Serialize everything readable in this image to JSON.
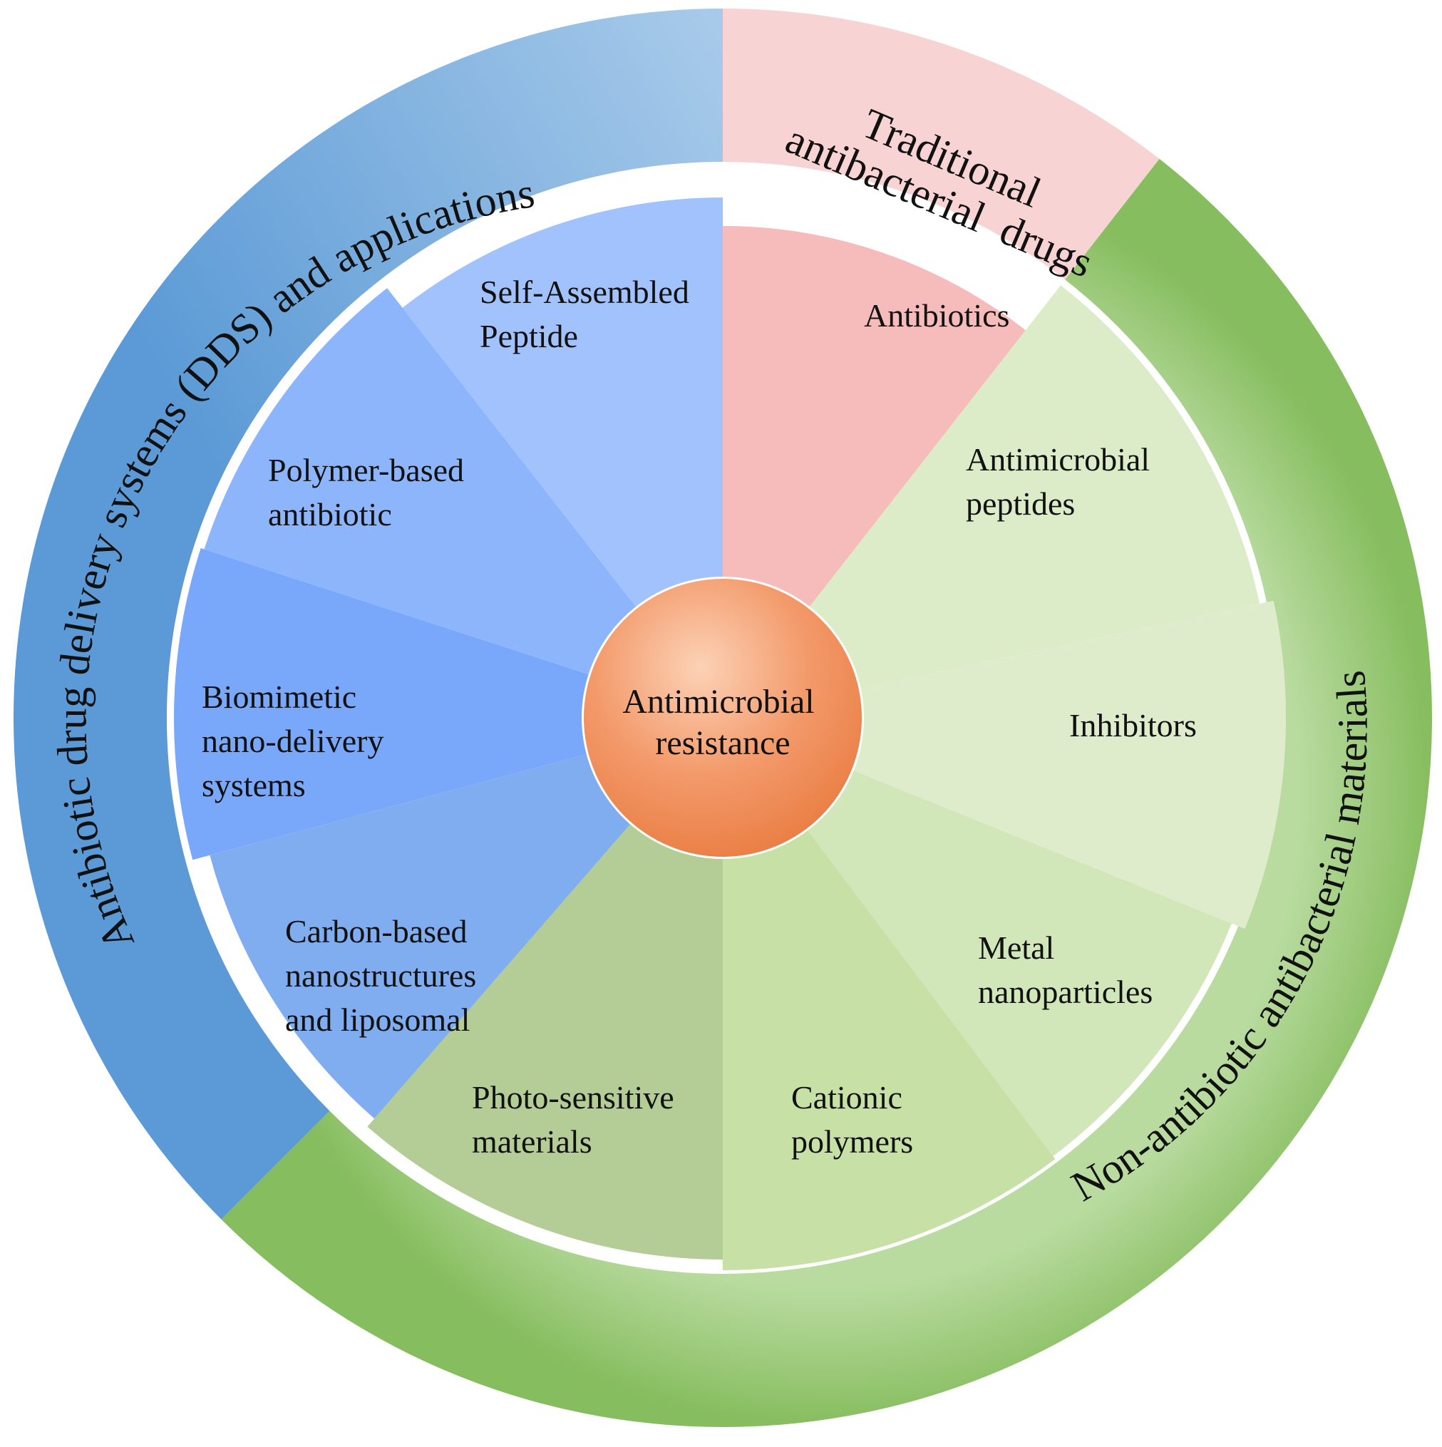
{
  "center": {
    "label_lines": [
      "Antimicrobial",
      "resistance"
    ]
  },
  "categories": [
    {
      "id": "traditional",
      "label": "Traditional antibacterial drugs",
      "ring_lines": [
        "Traditional",
        "antibacterial  drugs"
      ],
      "ring_color": "#f8d3d3",
      "segments": [
        {
          "id": "antibiotics",
          "lines": [
            "Antibiotics"
          ],
          "color": "#f6bcbb"
        }
      ]
    },
    {
      "id": "non-antibiotic",
      "label": "Non-antibiotic antibacterial materials",
      "ring_color_light": "#b9dba0",
      "ring_color_dark": "#86bd5e",
      "segments": [
        {
          "id": "antimicrobial-peptides",
          "lines": [
            "Antimicrobial",
            "peptides"
          ],
          "color": "#dcebc8"
        },
        {
          "id": "inhibitors",
          "lines": [
            "Inhibitors"
          ],
          "color": "#dfeccc"
        },
        {
          "id": "metal-nanoparticles",
          "lines": [
            "Metal",
            "nanoparticles"
          ],
          "color": "#d1e6b9"
        },
        {
          "id": "cationic-polymers",
          "lines": [
            "Cationic",
            "polymers"
          ],
          "color": "#c6e0a6"
        },
        {
          "id": "photo-sensitive-materials",
          "lines": [
            "Photo-sensitive",
            "materials"
          ],
          "color": "#b4cc95"
        }
      ]
    },
    {
      "id": "dds",
      "label": "Antibiotic drug delivery systems (DDS) and applications",
      "ring_color_light": "#a9cbea",
      "ring_color_dark": "#5b9ad6",
      "segments": [
        {
          "id": "carbon-based",
          "lines": [
            "Carbon-based",
            "nanostructures",
            "and liposomal"
          ],
          "color": "#7fadef"
        },
        {
          "id": "biomimetic",
          "lines": [
            "Biomimetic",
            "nano-delivery",
            "systems"
          ],
          "color": "#79a8fb"
        },
        {
          "id": "polymer-based",
          "lines": [
            "Polymer-based",
            "antibiotic"
          ],
          "color": "#8db5fc"
        },
        {
          "id": "self-assembled",
          "lines": [
            "Self-Assembled",
            "Peptide"
          ],
          "color": "#a1c2fd"
        }
      ]
    }
  ],
  "colors": {
    "center_light": "#fcd2b6",
    "center_mid": "#f39a6b",
    "center_dark": "#ea7f45"
  }
}
